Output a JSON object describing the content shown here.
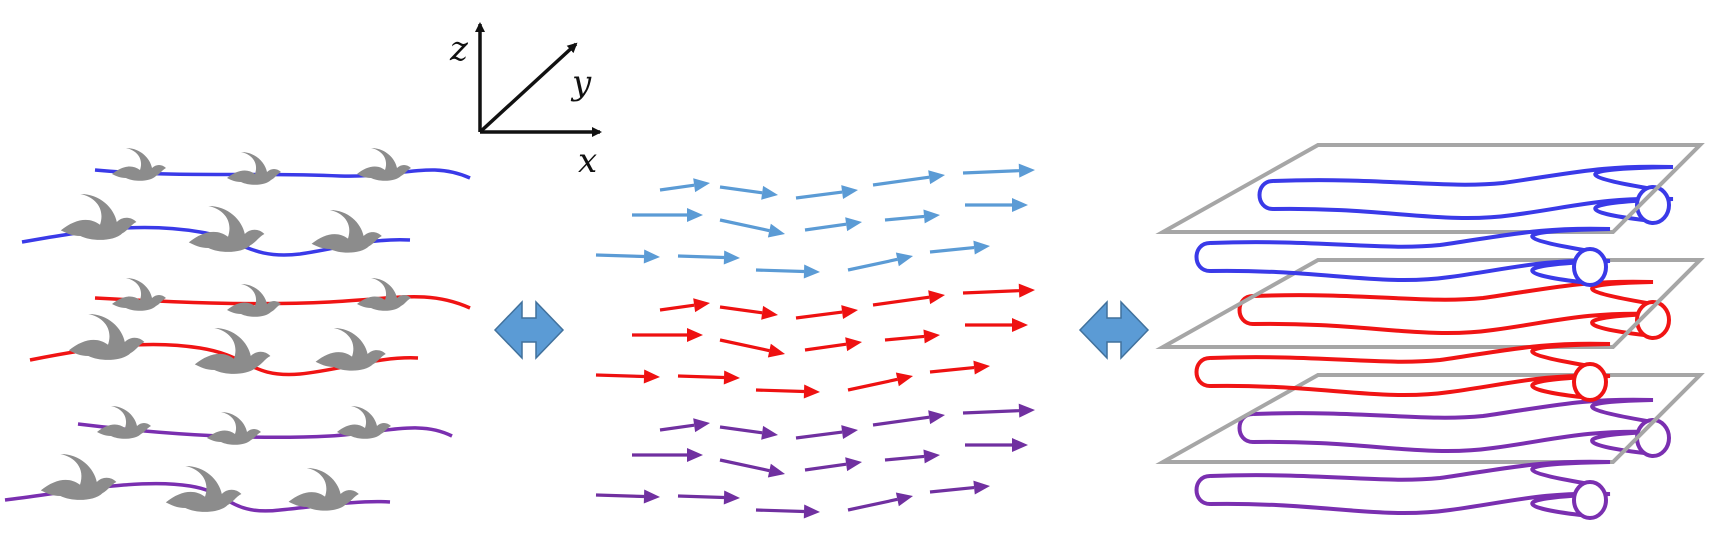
{
  "axes": {
    "z": "z",
    "y": "y",
    "x": "x"
  },
  "colors": {
    "blue": "#3a3ae8",
    "red": "#f01414",
    "purple": "#7a2fb0",
    "arrow_blue": "#5b9bd5",
    "arrow_red": "#ee1111",
    "arrow_purple": "#7030a0",
    "bird": "#8c8c8c",
    "double_arrow": "#5b9bd5",
    "plane": "#a6a6a6"
  },
  "panels": [
    "bird-flock-lines",
    "velocity-arrow-field",
    "flux-tube-layers"
  ],
  "icons": [
    "bird-icon",
    "double-arrow-icon",
    "coordinate-axes-icon"
  ]
}
